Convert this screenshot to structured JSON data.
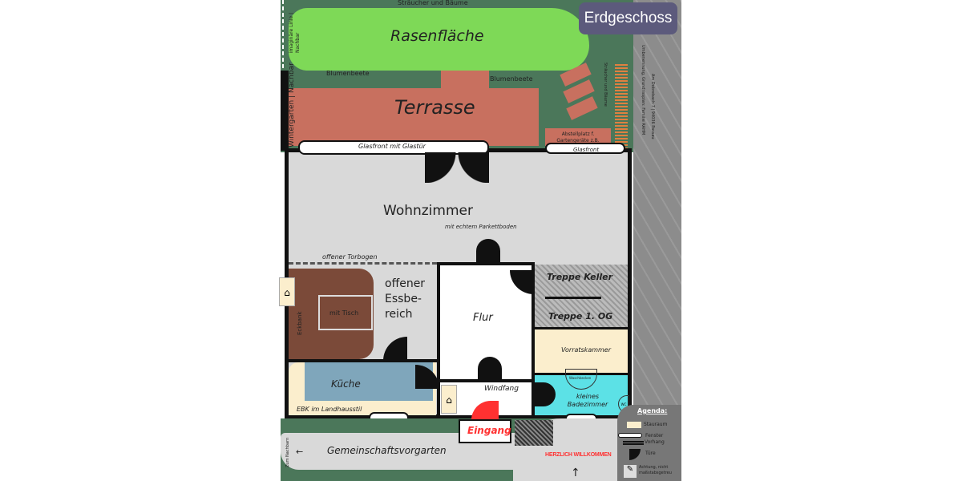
{
  "badge": {
    "title": "Erdgeschoss"
  },
  "garden": {
    "shrubs_top": "Sträucher und Bäume",
    "lawn": "Rasenfläche",
    "flowerbed_left": "Blumenbeete",
    "flowerbed_right": "Blumenbeete",
    "terrace": "Terrasse",
    "shrubs_right": "Sträucher und Bäume",
    "storage_spot": "Abstellplatz f. Gartengeräte z.B.",
    "neighbor_line": "imaginäre Linie | Nachbar",
    "winter_garden": "Wintergarten | Nachbar"
  },
  "side": {
    "address": "Am Dobrebach 7 | 94036 Passau",
    "credit": "Umbenennung, Grundrissplan: Familie RAHM"
  },
  "rooms": {
    "glass_front": "Glasfront mit Glastür",
    "glass_front_small": "Glasfront",
    "living": "Wohnzimmer",
    "living_note": "mit echtem Parkettboden",
    "arch": "offener Torbogen",
    "dining": "offener Essbe- reich",
    "bench": "Eckbank",
    "table": "mit Tisch",
    "kitchen": "Küche",
    "kitchen_note": "EBK im Landhausstil",
    "hall": "Flur",
    "vestibule": "Windfang",
    "entrance": "Eingang",
    "stairs_basement": "Treppe Keller",
    "stairs_up": "Treppe 1. OG",
    "pantry": "Vorratskammer",
    "bathroom": "kleines Badezimmer",
    "sink": "Waschbecken",
    "wc": "WC"
  },
  "front": {
    "yard": "Gemeinschaftsvorgarten",
    "to_neighbor": "Zum Nachbarn",
    "welcome": "HERZLICH WILLKOMMEN"
  },
  "legend": {
    "title": "Agenda:",
    "items": [
      "Stauraum",
      "Fenster",
      "Vorhang",
      "Türe",
      "Achtung, nicht maßstabsgetreu"
    ]
  },
  "colors": {
    "lawn": "#7ed957",
    "garden": "#4b775a",
    "terrace": "#c8705f",
    "bath": "#5ce1e6",
    "kitchen": "#7fa6bb",
    "cream": "#fbeecd",
    "dining": "#7b4a39",
    "badge": "#5c5a7c",
    "entrance": "#ff3131"
  }
}
